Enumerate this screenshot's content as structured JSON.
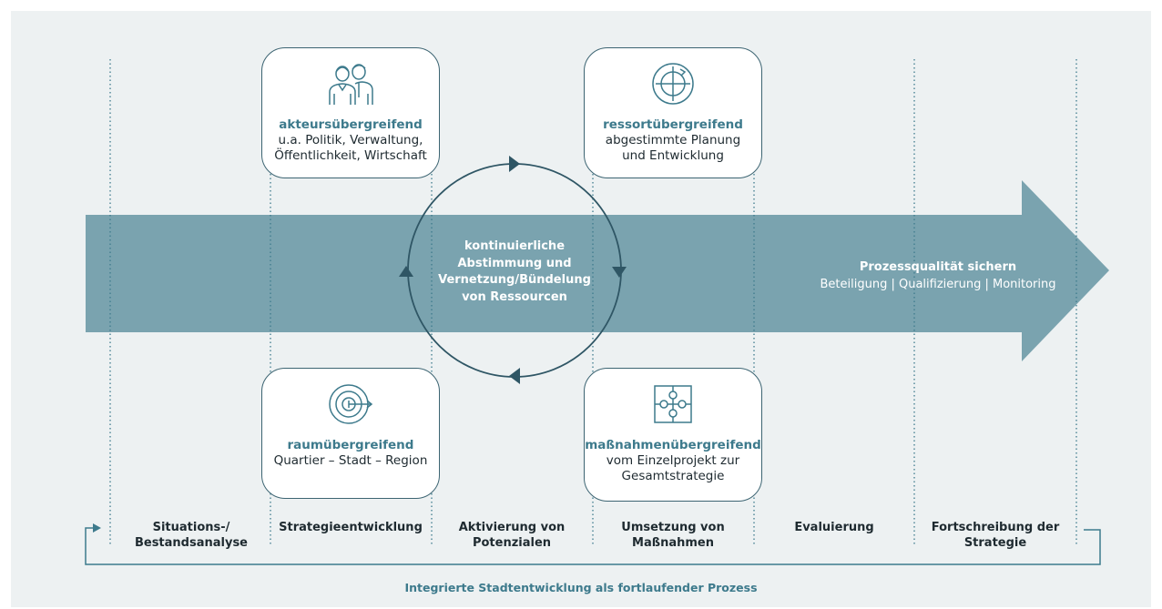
{
  "main_arrow": {
    "title": "Prozessqualität sichern",
    "subtitle": "Beteiligung | Qualifizierung | Monitoring"
  },
  "center": {
    "lines": [
      "kontinuierliche",
      "Abstimmung und",
      "Vernetzung/Bündelung",
      "von Ressourcen"
    ]
  },
  "cards": {
    "akteur": {
      "title": "akteursübergreifend",
      "desc_lines": [
        "u.a. Politik, Verwaltung,",
        "Öffentlichkeit, Wirtschaft"
      ],
      "icon": "people-icon"
    },
    "ressort": {
      "title": "ressortübergreifend",
      "desc_lines": [
        "abgestimmte Planung",
        "und Entwicklung"
      ],
      "icon": "cycle-target-icon"
    },
    "raum": {
      "title": "raumübergreifend",
      "desc_lines": [
        "Quartier – Stadt – Region"
      ],
      "icon": "target-arrow-icon"
    },
    "massnahmen": {
      "title": "maßnahmenübergreifend",
      "desc_lines": [
        "vom Einzelprojekt zur",
        "Gesamtstrategie"
      ],
      "icon": "puzzle-icon"
    }
  },
  "phases": {
    "p1": [
      "Situations-/",
      "Bestandsanalyse"
    ],
    "p2": [
      "Strategieentwicklung"
    ],
    "p3": [
      "Aktivierung von",
      "Potenzialen"
    ],
    "p4": [
      "Umsetzung von",
      "Maßnahmen"
    ],
    "p5": [
      "Evaluierung"
    ],
    "p6": [
      "Fortschreibung der",
      "Strategie"
    ]
  },
  "footer": "Integrierte Stadtentwicklung als fortlaufender Prozess",
  "colors": {
    "arrow": "#7aa3af",
    "dark": "#2f5665",
    "accent_text": "#3d7a8c",
    "panel": "#edf1f2"
  }
}
